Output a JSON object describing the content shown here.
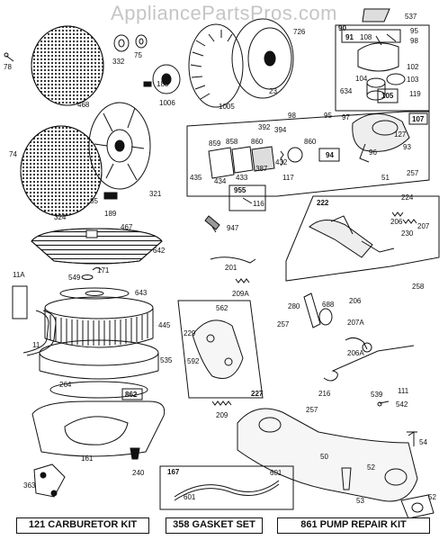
{
  "watermark": "AppliancePartsPros.com",
  "kits": [
    {
      "label": "121 CARBURETOR KIT"
    },
    {
      "label": "358 GASKET SET"
    },
    {
      "label": "861 PUMP REPAIR KIT"
    }
  ],
  "parts": {
    "p537": "537",
    "p78": "78",
    "p332": "332",
    "p75": "75",
    "p726": "726",
    "p90": "90",
    "p91": "91",
    "p108": "108",
    "p95a": "95",
    "p98a": "98",
    "p102": "102",
    "p104": "104",
    "p103": "103",
    "p188": "188",
    "p1006": "1006",
    "p468": "468",
    "p1005": "1005",
    "p23": "23",
    "p634": "634",
    "p105": "105",
    "p119": "119",
    "p98b": "98",
    "p95b": "95",
    "p97": "97",
    "p107": "107",
    "p392": "392",
    "p394": "394",
    "p859": "859",
    "p858": "858",
    "p860a": "860",
    "p860b": "860",
    "p127": "127",
    "p93": "93",
    "p74": "74",
    "p432": "432",
    "p387": "387",
    "p94": "94",
    "p96": "96",
    "p435": "435",
    "p434": "434",
    "p433": "433",
    "p117": "117",
    "p51": "51",
    "p257a": "257",
    "p321": "321",
    "p955": "955",
    "p116": "116",
    "p85": "85",
    "p189": "189",
    "p324": "324",
    "p222": "222",
    "p224": "224",
    "p206a": "206",
    "p207": "207",
    "p230": "230",
    "p467": "467",
    "p947": "947",
    "p642": "642",
    "p11A": "11A",
    "p549": "549",
    "p171": "171",
    "p201": "201",
    "p258": "258",
    "p643": "643",
    "p209A": "209A",
    "p280": "280",
    "p206b": "206",
    "p562": "562",
    "p688": "688",
    "p445": "445",
    "p257b": "257",
    "p207A": "207A",
    "p11": "11",
    "p229": "229",
    "p535": "535",
    "p206A": "206A",
    "p592": "592",
    "p264": "264",
    "p227": "227",
    "p862": "862",
    "p216": "216",
    "p539": "539",
    "p111": "111",
    "p542": "542",
    "p209": "209",
    "p257c": "257",
    "p54": "54",
    "p161": "161",
    "p50": "50",
    "p240": "240",
    "p167": "167",
    "p601a": "601",
    "p52a": "52",
    "p363": "363",
    "p601b": "601",
    "p53": "53",
    "p52b": "52"
  }
}
